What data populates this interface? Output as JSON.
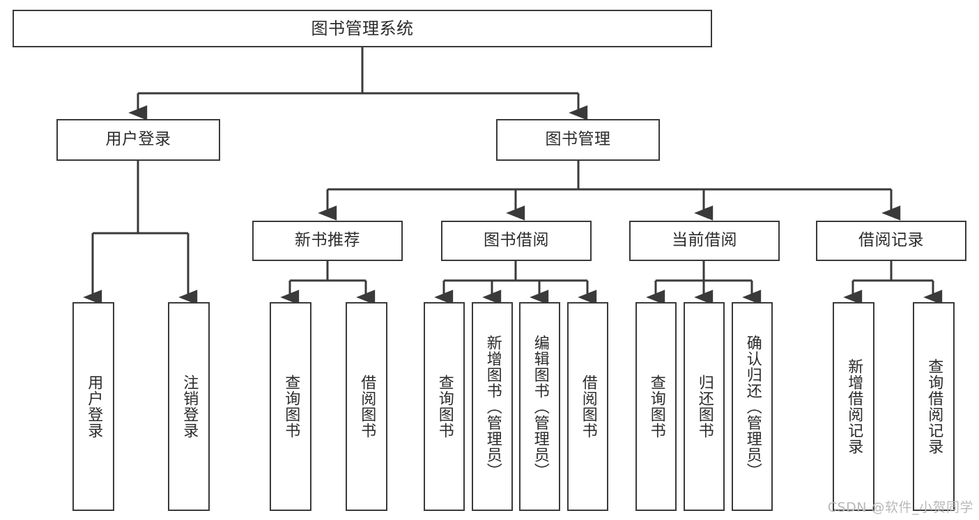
{
  "diagram": {
    "title": "图书管理系统",
    "watermark": "CSDN @软件_小贺同学",
    "stroke_color": "#3a3a3a",
    "background_color": "#ffffff",
    "text_color": "#2b2b2b",
    "root": {
      "label": "图书管理系统"
    },
    "level2": [
      {
        "label": "用户登录"
      },
      {
        "label": "图书管理"
      }
    ],
    "level3": [
      {
        "label": "新书推荐"
      },
      {
        "label": "图书借阅"
      },
      {
        "label": "当前借阅"
      },
      {
        "label": "借阅记录"
      }
    ],
    "leaves": {
      "user_login": [
        {
          "label": "用户登录"
        },
        {
          "label": "注销登录"
        }
      ],
      "new_book": [
        {
          "label": "查询图书"
        },
        {
          "label": "借阅图书"
        }
      ],
      "book_borrow": [
        {
          "label": "查询图书"
        },
        {
          "label": "新增图书（管理员）"
        },
        {
          "label": "编辑图书（管理员）"
        },
        {
          "label": "借阅图书"
        }
      ],
      "current_borrow": [
        {
          "label": "查询图书"
        },
        {
          "label": "归还图书"
        },
        {
          "label": "确认归还（管理员）"
        }
      ],
      "borrow_record": [
        {
          "label": "新增借阅记录"
        },
        {
          "label": "查询借阅记录"
        }
      ]
    }
  }
}
